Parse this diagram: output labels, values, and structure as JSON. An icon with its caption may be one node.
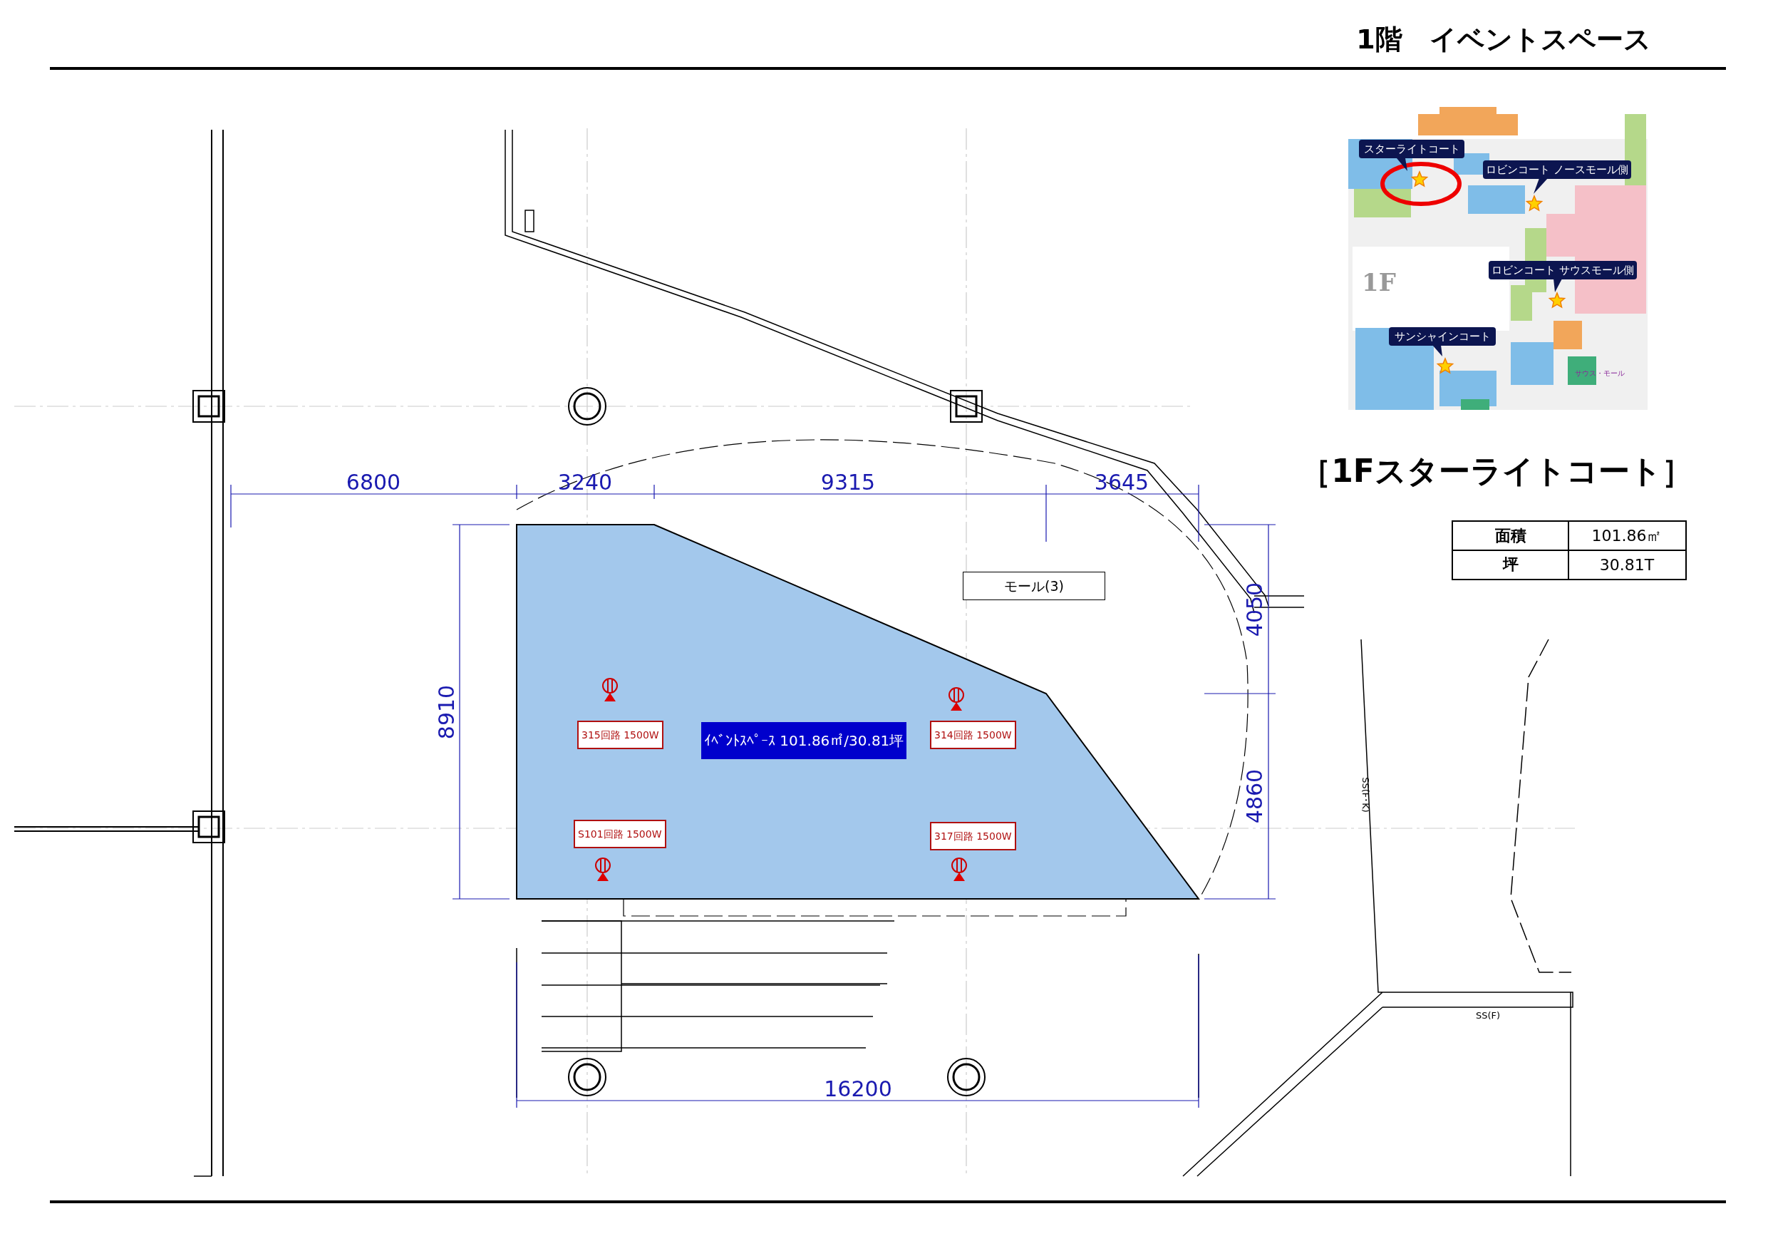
{
  "diagram": {
    "title": "1階　イベントスペース",
    "nodes": [
      {
        "text": [
          "スターライトコート"
        ]
      },
      {
        "text": [
          "ロビンコート ノースモール側"
        ]
      },
      {
        "text": [
          "ロビンコート サウスモール側"
        ]
      },
      {
        "text": [
          "サンシャインコート"
        ]
      },
      {
        "text": [
          "モール(3)"
        ]
      },
      {
        "text": [
          "315回路 1500W"
        ]
      },
      {
        "text": [
          "ｲﾍﾞﾝﾄｽﾍﾟｰｽ 101.86㎡/30.81坪"
        ]
      },
      {
        "text": [
          "314回路 1500W"
        ]
      },
      {
        "text": [
          "S101回路 1500W"
        ]
      },
      {
        "text": [
          "317回路 1500W"
        ]
      }
    ],
    "edges": [],
    "labels": [
      "1F",
      "サウス・モール",
      "［1Fスターライトコート］",
      "面積",
      "101.86㎡",
      "坪",
      "30.81T",
      "6800",
      "3240",
      "9315",
      "3645",
      "4050",
      "8910",
      "4860",
      "SS(F･K)",
      "SS(F)",
      "16200"
    ]
  }
}
